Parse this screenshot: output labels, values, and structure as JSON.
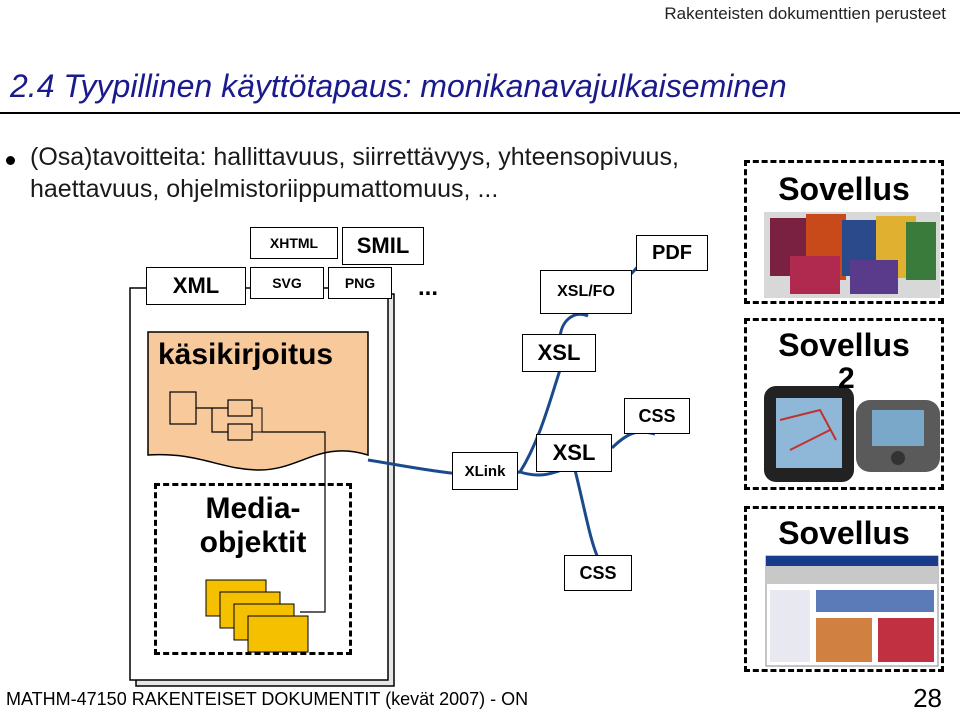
{
  "header": {
    "course_title": "Rakenteisten dokumenttien perusteet"
  },
  "slide": {
    "title": "2.4 Tyypillinen käyttötapaus: monikanavajulkaiseminen",
    "bullet_line1": "(Osa)tavoitteita: hallittavuus, siirrettävyys, yhteensopivuus,",
    "bullet_line2": "haettavuus, ohjelmistoriippumattomuus, ..."
  },
  "diagram": {
    "labels": {
      "xml": "XML",
      "xhtml": "XHTML",
      "smil": "SMIL",
      "svg": "SVG",
      "png": "PNG",
      "ellipsis": "...",
      "xsl_fo": "XSL/FO",
      "pdf": "PDF",
      "manuscript": "käsikirjoitus",
      "xsl_upper": "XSL",
      "xsl_lower": "XSL",
      "css_upper": "CSS",
      "css_lower": "CSS",
      "xlink": "XLink",
      "media_line1": "Media-",
      "media_line2": "objektit",
      "app1": "Sovellus",
      "app2": "Sovellus",
      "app2_num": "2",
      "app3": "Sovellus"
    },
    "colors": {
      "manuscript_fill": "#f7c99b",
      "media_fill": "#f5c000",
      "panel_border": "#000000"
    }
  },
  "footer": {
    "course": "MATHM-47150 RAKENTEISET DOKUMENTIT (kevät 2007) - ON",
    "page_number": "28"
  }
}
